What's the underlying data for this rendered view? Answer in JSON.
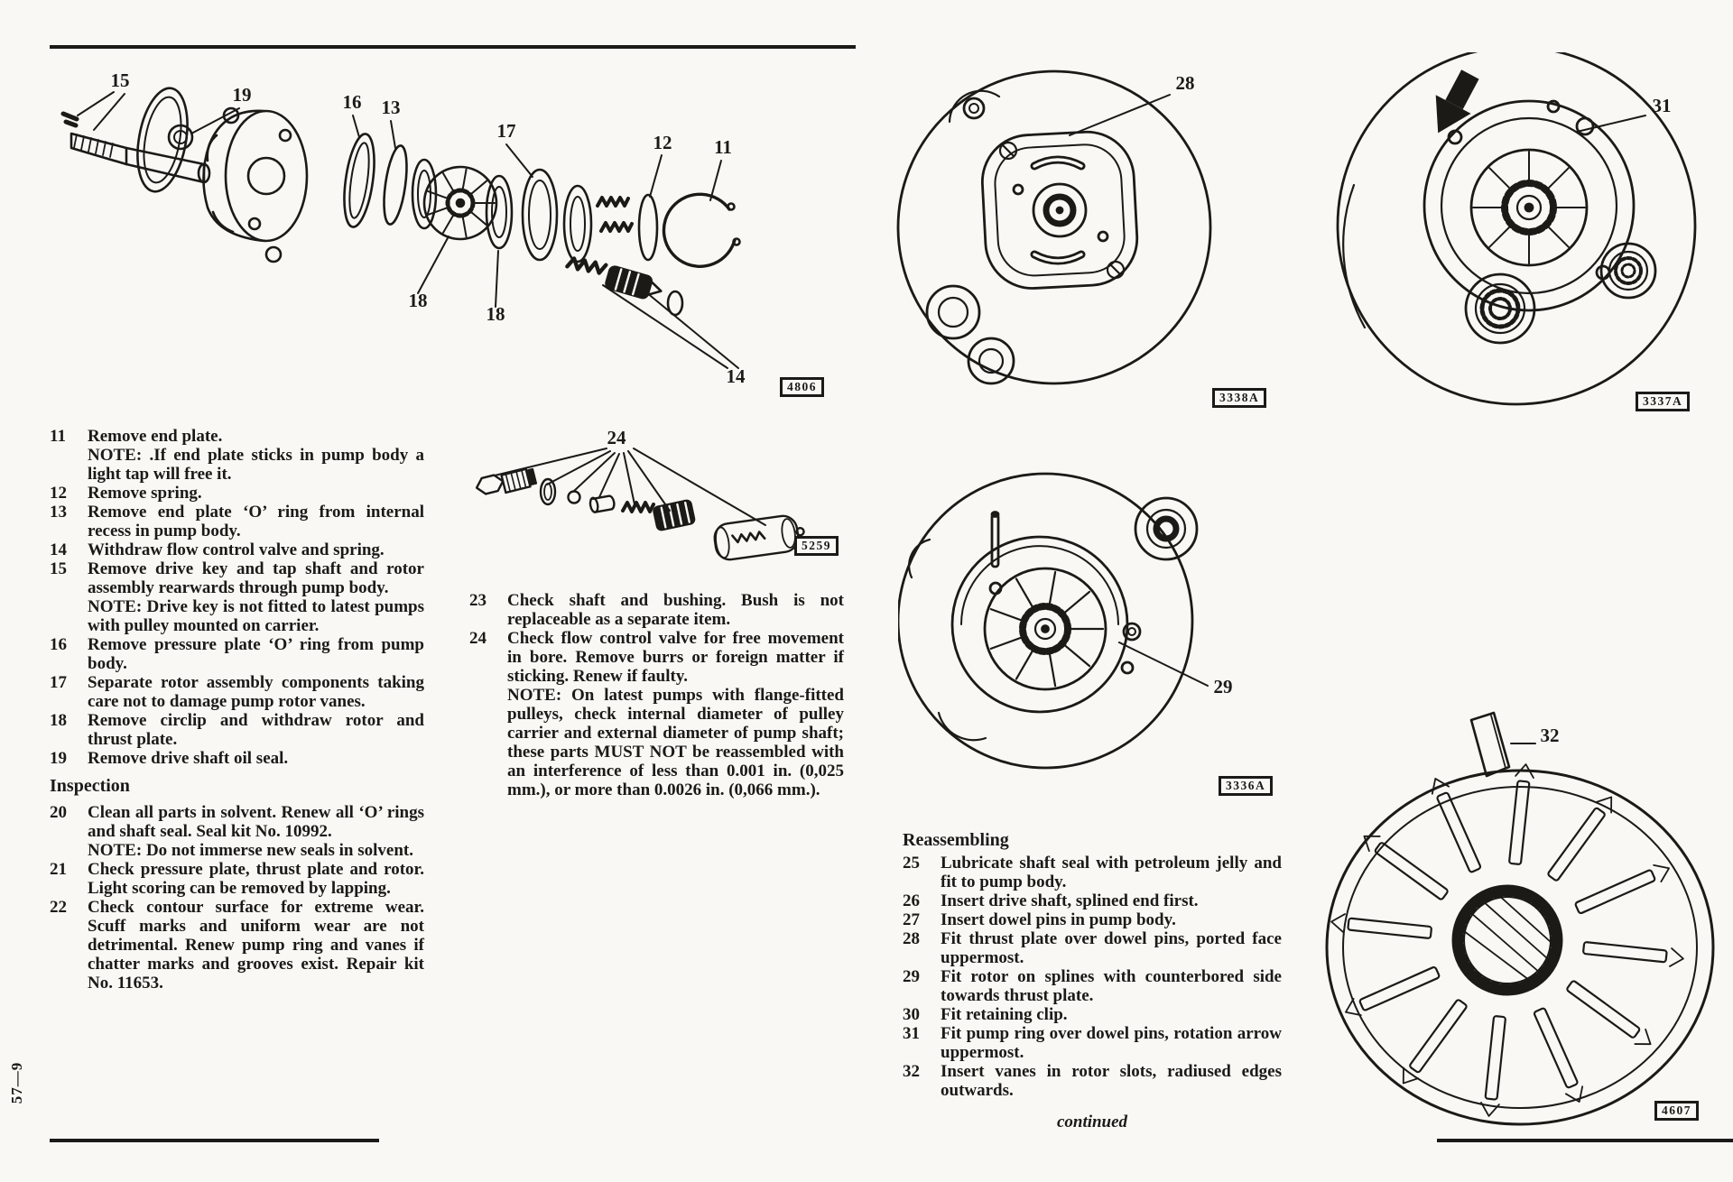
{
  "page": {
    "side_page_number": "57—9",
    "continued_label": "continued"
  },
  "dismantling": {
    "items": [
      {
        "num": "11",
        "text": "Remove end plate.",
        "note_label": "NOTE:",
        "note_text": ".If end plate sticks in pump body a light tap will free it."
      },
      {
        "num": "12",
        "text": "Remove spring."
      },
      {
        "num": "13",
        "text": "Remove end plate ‘O’ ring from internal recess in pump body."
      },
      {
        "num": "14",
        "text": "Withdraw flow control valve and spring."
      },
      {
        "num": "15",
        "text": "Remove drive key and tap shaft and rotor assembly rearwards through pump body.",
        "note_label": "NOTE:",
        "note_text": "Drive key is not fitted to latest pumps with pulley mounted on carrier."
      },
      {
        "num": "16",
        "text": "Remove pressure plate ‘O’ ring from pump body."
      },
      {
        "num": "17",
        "text": "Separate rotor assembly components taking care not to damage pump rotor vanes."
      },
      {
        "num": "18",
        "text": "Remove circlip and withdraw rotor and thrust plate."
      },
      {
        "num": "19",
        "text": "Remove drive shaft oil seal."
      }
    ]
  },
  "inspection": {
    "heading": "Inspection",
    "items": [
      {
        "num": "20",
        "text": "Clean all parts in solvent. Renew all ‘O’ rings and shaft seal. Seal kit No. 10992.",
        "note_label": "NOTE:",
        "note_text": "Do not immerse new seals in solvent."
      },
      {
        "num": "21",
        "text": "Check pressure plate, thrust plate and rotor. Light scoring can be removed by lapping."
      },
      {
        "num": "22",
        "text": "Check contour surface for extreme wear. Scuff marks and uniform wear are not detrimental. Renew pump ring and vanes if chatter marks and grooves exist. Repair kit No. 11653."
      }
    ]
  },
  "checks": {
    "items": [
      {
        "num": "23",
        "text": "Check shaft and bushing. Bush is not replaceable as a separate item."
      },
      {
        "num": "24",
        "text": "Check flow control valve for free movement in bore. Remove burrs or foreign matter if sticking. Renew if faulty.",
        "note_label": "NOTE:",
        "note_text": "On latest pumps with flange-fitted pulleys, check internal diameter of pulley carrier and external diameter of pump shaft; these parts MUST NOT be reassembled with an interference of less than 0.001 in. (0,025 mm.), or more than 0.0026 in. (0,066 mm.)."
      }
    ]
  },
  "reassembling": {
    "heading": "Reassembling",
    "items": [
      {
        "num": "25",
        "text": "Lubricate shaft seal with petroleum jelly and fit to pump body."
      },
      {
        "num": "26",
        "text": "Insert drive shaft, splined end first."
      },
      {
        "num": "27",
        "text": "Insert dowel pins in pump body."
      },
      {
        "num": "28",
        "text": "Fit thrust plate over dowel pins, ported face uppermost."
      },
      {
        "num": "29",
        "text": "Fit rotor on splines with counterbored side towards thrust plate."
      },
      {
        "num": "30",
        "text": "Fit retaining clip."
      },
      {
        "num": "31",
        "text": "Fit pump ring over dowel pins, rotation arrow uppermost."
      },
      {
        "num": "32",
        "text": "Insert vanes in rotor slots, radiused edges outwards."
      }
    ]
  },
  "figures": {
    "exploded_pump": {
      "ref": "4806",
      "callouts": {
        "n15": "15",
        "n19": "19",
        "n16": "16",
        "n13": "13",
        "n17": "17",
        "n12": "12",
        "n11": "11",
        "n18a": "18",
        "n18b": "18",
        "n14": "14"
      }
    },
    "flow_valve": {
      "ref": "5259",
      "callout": "24"
    },
    "body_dowels": {
      "ref": "3338A",
      "callout": "28"
    },
    "pump_ring": {
      "ref": "3337A",
      "callout": "31"
    },
    "rotor_fit": {
      "ref": "3336A",
      "callout": "29"
    },
    "vane_rotor": {
      "ref": "4607",
      "callout": "32"
    }
  },
  "colors": {
    "ink": "#1c1a17",
    "paper": "#f9f8f5"
  }
}
